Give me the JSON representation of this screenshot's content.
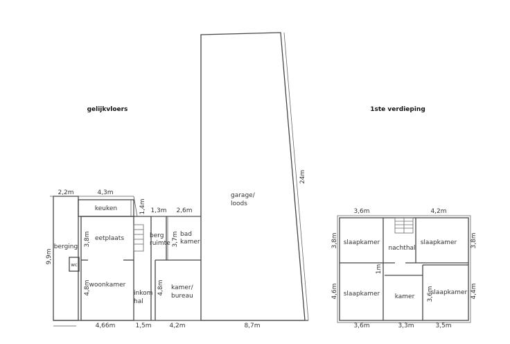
{
  "titles": {
    "ground": "gelijkvloers",
    "first": "1ste verdieping"
  },
  "ground": {
    "rooms": {
      "keuken": "keuken",
      "eetplaats": "eetplaats",
      "berging": "berging",
      "wc": "wc",
      "woonkamer": "woonkamer",
      "inkom": "inkom",
      "hal": "hal",
      "berg": "berg",
      "ruimte": "ruimte",
      "bad": "bad",
      "kamer": "kamer",
      "kamer2": "kamer/",
      "bureau": "bureau",
      "garage": "garage/",
      "loods": "loods"
    },
    "dims": {
      "top_berging": "2,2m",
      "top_keuken": "4,3m",
      "keuken_h": "1,4m",
      "top_bergruimte": "1,3m",
      "top_badkamer": "2,6m",
      "left_total": "9,9m",
      "eetplaats_h": "3,8m",
      "woonkamer_h": "4,8m",
      "badkamer_h": "3,7m",
      "bureau_h": "4,8m",
      "bottom_woonkamer": "4,66m",
      "bottom_inkom": "1,5m",
      "bottom_bureau": "4,2m",
      "bottom_garage": "8,7m",
      "garage_length": "24m"
    }
  },
  "first": {
    "rooms": {
      "slaapkamer_tl": "slaapkamer",
      "nachthal": "nachthal",
      "slaapkamer_tr": "slaapkamer",
      "slaapkamer_bl": "slaapkamer",
      "kamer": "kamer",
      "slaapkamer_br": "slaapkamer"
    },
    "dims": {
      "top_left": "3,6m",
      "top_right": "4,2m",
      "left_top": "3,8m",
      "right_top": "3,8m",
      "hall_h": "1m",
      "left_bottom": "4,6m",
      "right_bottom": "4,4m",
      "br_h": "3,6m",
      "bottom_left": "3,6m",
      "bottom_mid": "3,3m",
      "bottom_right": "3,5m"
    }
  }
}
